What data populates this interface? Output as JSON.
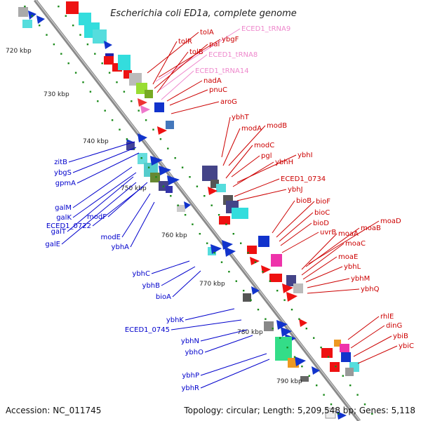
{
  "title": "Escherichia coli ED1a, complete genome",
  "footer": {
    "accession": "Accession: NC_011745",
    "summary": "Topology: circular; Length: 5,209,548 bp; Genes: 5,118"
  },
  "colors": {
    "backbone": "#8a8a8a",
    "tick_dot": "#1a8a1a",
    "plus_label": "#cc0000",
    "minus_label": "#0000cc",
    "rna_label": "#ee88cc"
  },
  "kbp_marks": [
    "720 kbp",
    "730 kbp",
    "740 kbp",
    "750 kbp",
    "760 kbp",
    "770 kbp",
    "780 kbp",
    "790 kbp"
  ],
  "right_labels": [
    {
      "text": "tolA",
      "kind": "plus"
    },
    {
      "text": "ECED1_tRNA9",
      "kind": "rna"
    },
    {
      "text": "ybgF",
      "kind": "plus"
    },
    {
      "text": "tolR",
      "kind": "plus"
    },
    {
      "text": "pal",
      "kind": "plus"
    },
    {
      "text": "tolB",
      "kind": "plus"
    },
    {
      "text": "ECED1_tRNA8",
      "kind": "rna"
    },
    {
      "text": "ECED1_tRNA14",
      "kind": "rna"
    },
    {
      "text": "nadA",
      "kind": "plus"
    },
    {
      "text": "pnuC",
      "kind": "plus"
    },
    {
      "text": "aroG",
      "kind": "plus"
    },
    {
      "text": "ybhT",
      "kind": "plus"
    },
    {
      "text": "modA",
      "kind": "plus"
    },
    {
      "text": "modB",
      "kind": "plus"
    },
    {
      "text": "modC",
      "kind": "plus"
    },
    {
      "text": "pgl",
      "kind": "plus"
    },
    {
      "text": "ybhI",
      "kind": "plus"
    },
    {
      "text": "ybhH",
      "kind": "plus"
    },
    {
      "text": "ECED1_0734",
      "kind": "plus"
    },
    {
      "text": "ybhJ",
      "kind": "plus"
    },
    {
      "text": "bioB",
      "kind": "plus"
    },
    {
      "text": "bioF",
      "kind": "plus"
    },
    {
      "text": "bioC",
      "kind": "plus"
    },
    {
      "text": "bioD",
      "kind": "plus"
    },
    {
      "text": "moaD",
      "kind": "plus"
    },
    {
      "text": "moaB",
      "kind": "plus"
    },
    {
      "text": "uvrB",
      "kind": "plus"
    },
    {
      "text": "moaA",
      "kind": "plus"
    },
    {
      "text": "moaC",
      "kind": "plus"
    },
    {
      "text": "moaE",
      "kind": "plus"
    },
    {
      "text": "ybhL",
      "kind": "plus"
    },
    {
      "text": "ybhM",
      "kind": "plus"
    },
    {
      "text": "ybhQ",
      "kind": "plus"
    },
    {
      "text": "rhlE",
      "kind": "plus"
    },
    {
      "text": "dinG",
      "kind": "plus"
    },
    {
      "text": "ybiB",
      "kind": "plus"
    },
    {
      "text": "ybiC",
      "kind": "plus"
    }
  ],
  "left_labels": [
    {
      "text": "zitB",
      "kind": "minus"
    },
    {
      "text": "ybgS",
      "kind": "minus"
    },
    {
      "text": "gpmA",
      "kind": "minus"
    },
    {
      "text": "galM",
      "kind": "minus"
    },
    {
      "text": "galK",
      "kind": "minus"
    },
    {
      "text": "modF",
      "kind": "minus"
    },
    {
      "text": "galT",
      "kind": "minus"
    },
    {
      "text": "ECED1_0722",
      "kind": "minus"
    },
    {
      "text": "galE",
      "kind": "minus"
    },
    {
      "text": "modE",
      "kind": "minus"
    },
    {
      "text": "ybhA",
      "kind": "minus"
    },
    {
      "text": "ybhC",
      "kind": "minus"
    },
    {
      "text": "ybhB",
      "kind": "minus"
    },
    {
      "text": "bioA",
      "kind": "minus"
    },
    {
      "text": "ybhK",
      "kind": "minus"
    },
    {
      "text": "ECED1_0745",
      "kind": "minus"
    },
    {
      "text": "ybhN",
      "kind": "minus"
    },
    {
      "text": "ybhO",
      "kind": "minus"
    },
    {
      "text": "ybhP",
      "kind": "minus"
    },
    {
      "text": "ybhR",
      "kind": "minus"
    }
  ]
}
